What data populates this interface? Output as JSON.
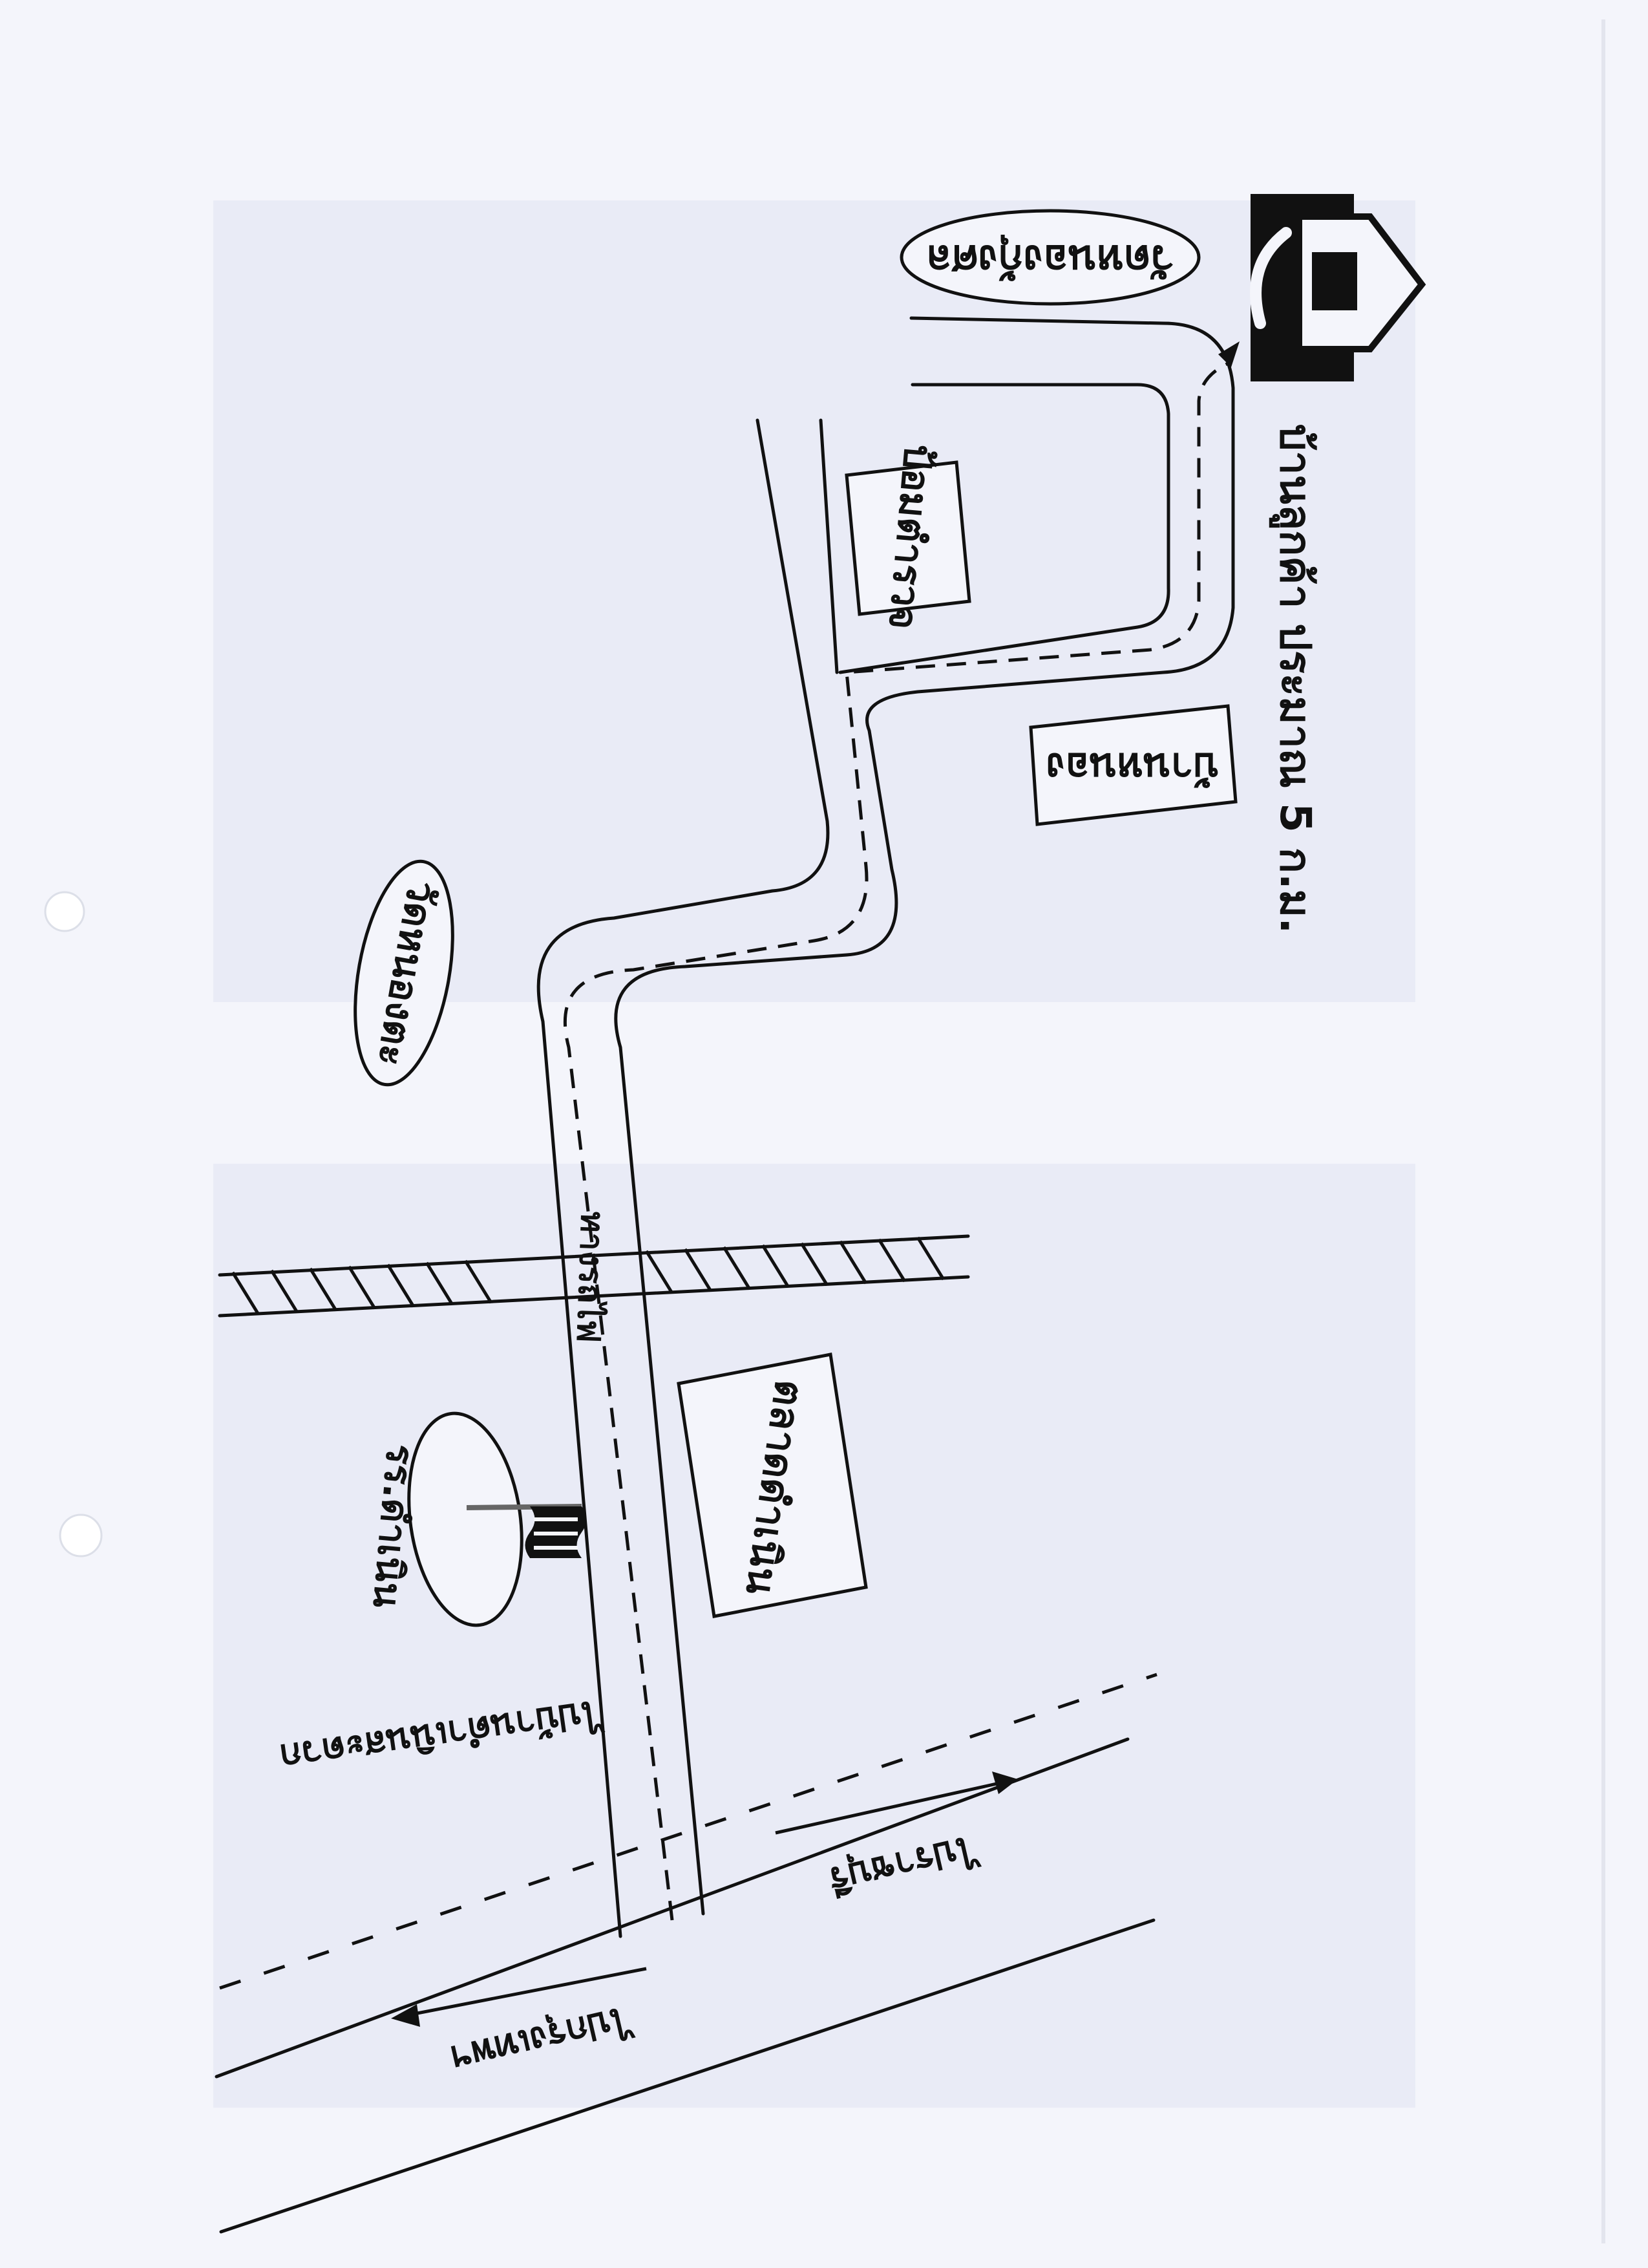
{
  "map": {
    "destination": {
      "title": "บ้านลูกค้า ประมาณ 5 ก.ม.",
      "icon": "house-icon"
    },
    "landmarks": {
      "temple_top": "วัดหนองกุ้งศล",
      "police_box": "ป้อมตำรวจ",
      "village": "บ้านหนอง",
      "temple_mid": "วัดหนองตะ",
      "railway": "ทางรถไฟ",
      "school": "รร.ดำเนิน",
      "market": "ตลาดดำเนิน"
    },
    "roads": {
      "side_road": "ไปบ้านดำเนินสะดวก",
      "to_ratchaburi": "ไปราชบุรี",
      "to_bangkok": "ไปกรุงเทพฯ"
    },
    "icons": [
      "house-icon",
      "flag-icon",
      "arrow-right-icon",
      "arrow-left-icon"
    ],
    "colors": {
      "ink": "#111111",
      "paper": "#f4f5fb",
      "panel": "#e9ebf6"
    }
  }
}
